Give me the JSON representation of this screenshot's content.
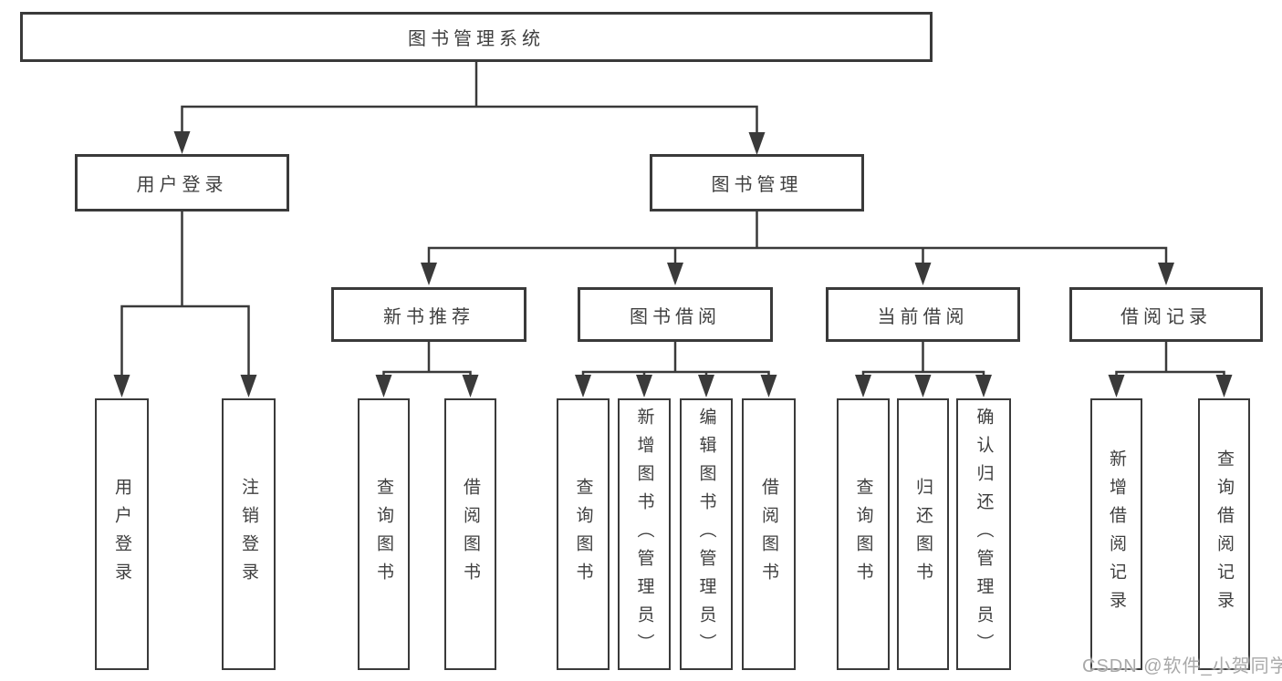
{
  "root": {
    "label": "图书管理系统"
  },
  "branches": {
    "user_login": {
      "label": "用户登录",
      "leaves": [
        {
          "label": "用户登录"
        },
        {
          "label": "注销登录"
        }
      ]
    },
    "book_management": {
      "label": "图书管理",
      "sections": [
        {
          "label": "新书推荐",
          "leaves": [
            {
              "label": "查询图书"
            },
            {
              "label": "借阅图书"
            }
          ]
        },
        {
          "label": "图书借阅",
          "leaves": [
            {
              "label": "查询图书"
            },
            {
              "label": "新增图书（管理员）"
            },
            {
              "label": "编辑图书（管理员）"
            },
            {
              "label": "借阅图书"
            }
          ]
        },
        {
          "label": "当前借阅",
          "leaves": [
            {
              "label": "查询图书"
            },
            {
              "label": "归还图书"
            },
            {
              "label": "确认归还（管理员）"
            }
          ]
        },
        {
          "label": "借阅记录",
          "leaves": [
            {
              "label": "新增借阅记录"
            },
            {
              "label": "查询借阅记录"
            }
          ]
        }
      ]
    }
  },
  "watermark": {
    "text": "CSDN @软件_小贺同学"
  },
  "colors": {
    "line": "#3a3a3a",
    "text": "#3f3f3f",
    "box_background": "#ffffff",
    "page_background": "#ffffff",
    "watermark": "#a9a9a9"
  }
}
